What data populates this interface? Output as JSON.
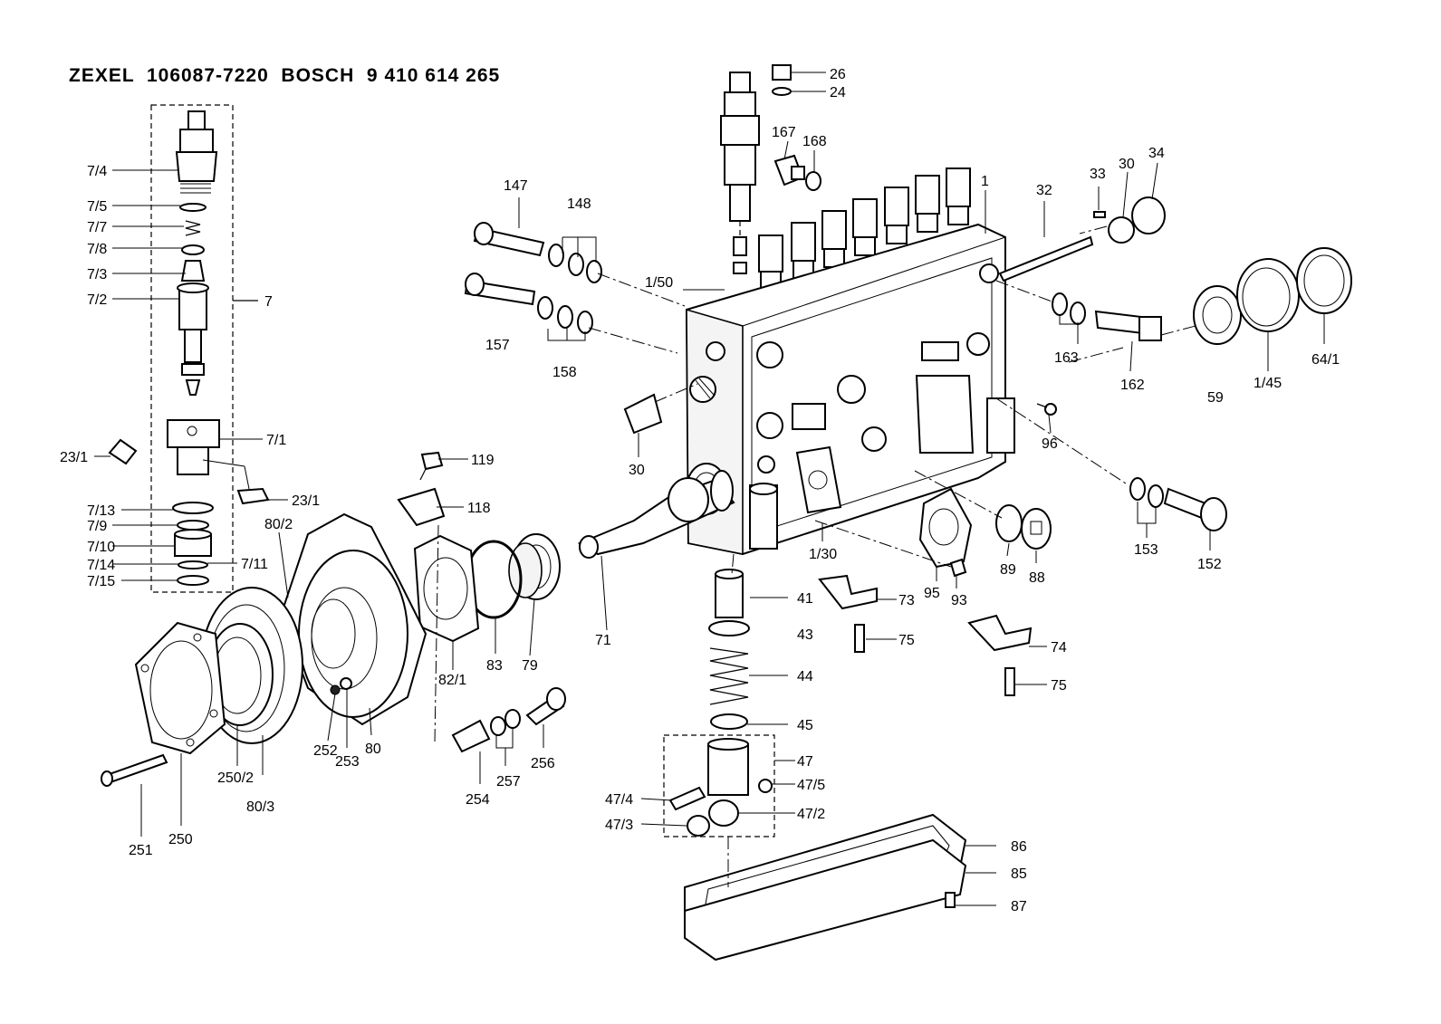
{
  "title": "ZEXEL  106087-7220  BOSCH  9 410 614 265",
  "labels": {
    "l26": "26",
    "l24": "24",
    "l167": "167",
    "l168": "168",
    "l147": "147",
    "l148": "148",
    "l1": "1",
    "l32": "32",
    "l33": "33",
    "l30a": "30",
    "l34": "34",
    "l1_50": "1/50",
    "l157": "157",
    "l158": "158",
    "l163": "163",
    "l162": "162",
    "l59": "59",
    "l1_45": "1/45",
    "l64_1": "64/1",
    "l96": "96",
    "l30b": "30",
    "l7_4": "7/4",
    "l7_5": "7/5",
    "l7_7": "7/7",
    "l7_8": "7/8",
    "l7_3": "7/3",
    "l7_2": "7/2",
    "l7": "7",
    "l7_1": "7/1",
    "l23_1a": "23/1",
    "l23_1b": "23/1",
    "l7_13": "7/13",
    "l7_9": "7/9",
    "l7_10": "7/10",
    "l7_14": "7/14",
    "l7_11": "7/11",
    "l7_15": "7/15",
    "l119": "119",
    "l118": "118",
    "l80_2": "80/2",
    "l1_30": "1/30",
    "l89": "89",
    "l88": "88",
    "l153": "153",
    "l152": "152",
    "l95": "95",
    "l93": "93",
    "l41": "41",
    "l73": "73",
    "l43": "43",
    "l75a": "75",
    "l74": "74",
    "l75b": "75",
    "l44": "44",
    "l45": "45",
    "l47": "47",
    "l47_5": "47/5",
    "l47_4": "47/4",
    "l47_2": "47/2",
    "l47_3": "47/3",
    "l71": "71",
    "l83": "83",
    "l79": "79",
    "l82_1": "82/1",
    "l252": "252",
    "l253": "253",
    "l80": "80",
    "l250_2": "250/2",
    "l80_3": "80/3",
    "l251": "251",
    "l250": "250",
    "l254": "254",
    "l257": "257",
    "l256": "256",
    "l86": "86",
    "l85": "85",
    "l87": "87"
  }
}
